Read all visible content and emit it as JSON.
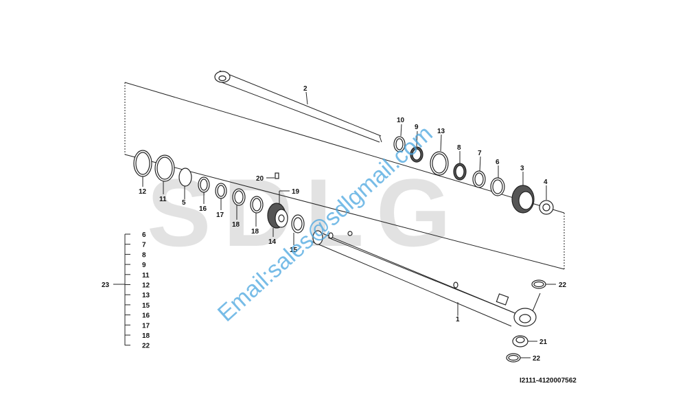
{
  "watermark": {
    "logo": "SDLG",
    "email": "Email:sales@sdlgmail.com"
  },
  "callouts": {
    "p1": "1",
    "p2": "2",
    "p3": "3",
    "p4": "4",
    "p5": "5",
    "p6": "6",
    "p7": "7",
    "p8": "8",
    "p9": "9",
    "p10": "10",
    "p11": "11",
    "p12": "12",
    "p13": "13",
    "p14": "14",
    "p15": "15",
    "p16": "16",
    "p17": "17",
    "p18a": "18",
    "p18b": "18",
    "p19": "19",
    "p20": "20",
    "p21": "21",
    "p22a": "22",
    "p22b": "22"
  },
  "kit": {
    "id": "23",
    "items": [
      "6",
      "7",
      "8",
      "9",
      "11",
      "12",
      "13",
      "15",
      "16",
      "17",
      "18",
      "22"
    ]
  },
  "drawing_number": "I2111-4120007562",
  "colors": {
    "watermark_logo": "#cccccc",
    "watermark_text": "#4aa6e0",
    "lines": "#222222"
  }
}
